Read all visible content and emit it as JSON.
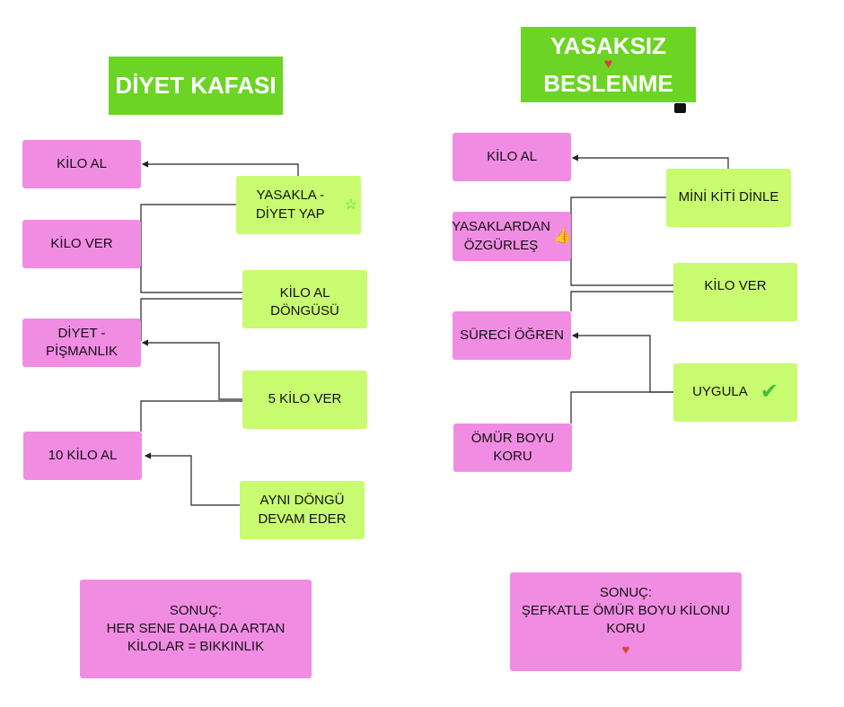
{
  "left": {
    "title": "DİYET KAFASI",
    "pink": [
      "KİLO AL",
      "KİLO VER",
      "DİYET - PİŞMANLIK",
      "10 KİLO AL"
    ],
    "green": [
      "YASAKLA - DİYET YAP",
      "KİLO AL DÖNGÜSÜ",
      "5 KİLO VER",
      "AYNI DÖNGÜ DEVAM EDER"
    ],
    "result": "SONUÇ:\nHER SENE DAHA DA ARTAN KİLOLAR = BIKKINLIK"
  },
  "right": {
    "title_line1": "YASAKSIZ",
    "title_line2": "BESLENME",
    "pink": [
      "KİLO AL",
      "YASAKLARDAN ÖZGÜRLEŞ",
      "SÜRECİ ÖĞREN",
      "ÖMÜR BOYU KORU"
    ],
    "green": [
      "MİNİ KİTİ DİNLE",
      "KİLO VER",
      "UYGULA"
    ],
    "result": "SONUÇ:\nŞEFKATLE ÖMÜR BOYU KİLONU KORU"
  },
  "icons": {
    "heart": "♥",
    "thumb": "👍",
    "check": "✔",
    "star": "☆"
  }
}
